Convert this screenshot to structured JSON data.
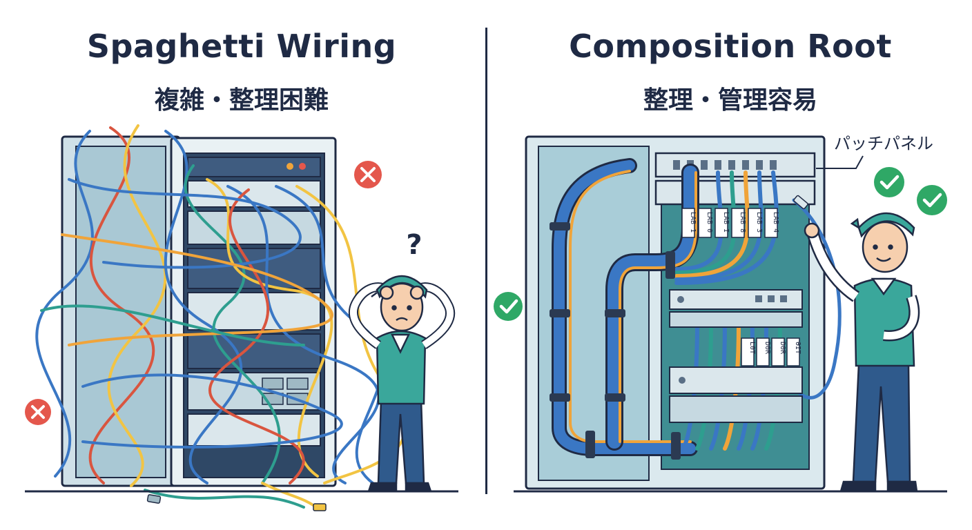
{
  "left": {
    "title": "Spaghetti Wiring",
    "subtitle": "複雑・整理困難",
    "question_mark": "?"
  },
  "right": {
    "title": "Composition Root",
    "subtitle": "整理・管理容易",
    "callout_label": "パッチパネル",
    "port_labels_top": [
      "LAB 1",
      "LAB 0",
      "LAB I",
      "LAB 8",
      "LAB 3",
      "LAB 4"
    ],
    "port_labels_bottom": [
      "L0T",
      "D0R",
      "D0R",
      "ƏIT"
    ]
  },
  "colors": {
    "ink": "#1f2a44",
    "error": "#e4574c",
    "ok": "#2fa866",
    "cable_blue": "#3a77c4",
    "cable_orange": "#f0a43a",
    "cable_red": "#d9553f",
    "cable_yellow": "#f2c443",
    "cable_teal": "#2e9e8f",
    "rack_teal": "#3f8e93",
    "worker_green": "#3aa79b"
  }
}
